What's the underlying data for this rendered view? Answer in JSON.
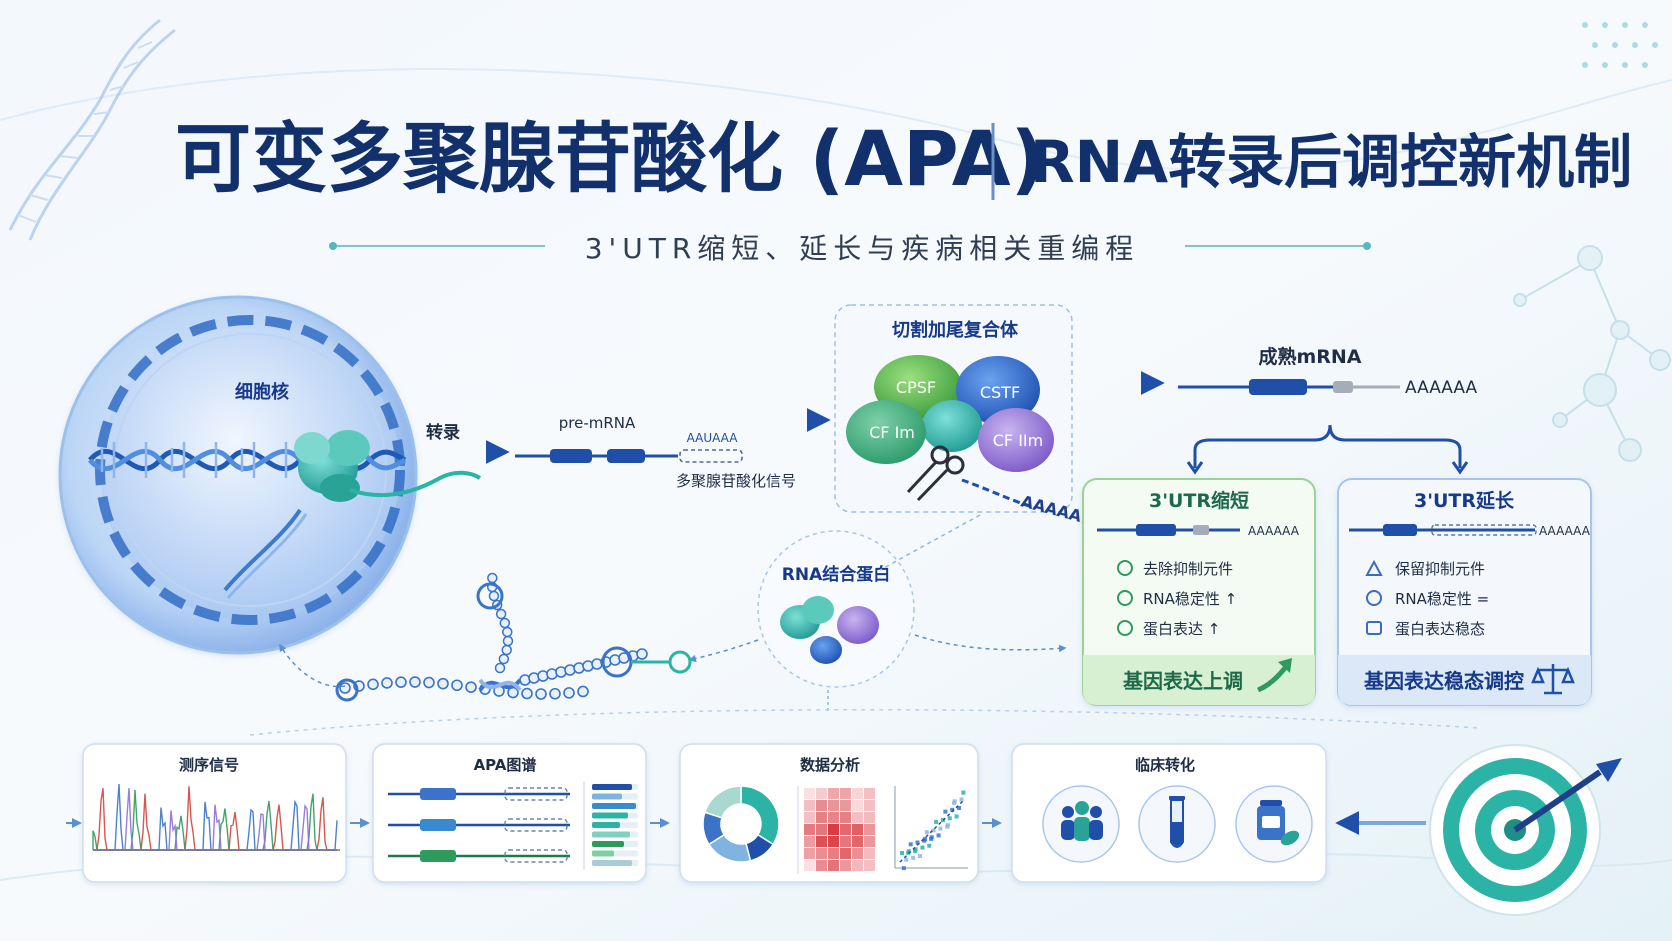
{
  "title": {
    "main": "可变多聚腺苷酸化 (APA)",
    "right": "RNA转录后调控新机制",
    "subtitle": "3'UTR缩短、延长与疾病相关重编程"
  },
  "nucleus": {
    "label": "细胞核"
  },
  "transcription": {
    "label": "转录"
  },
  "pre_mrna": {
    "label": "pre-mRNA",
    "signal_seq": "AAUAAA",
    "signal_label": "多聚腺苷酸化信号"
  },
  "cleavage": {
    "title": "切割加尾复合体",
    "proteins": [
      "CPSF",
      "CSTF",
      "CF Im",
      "CF IIm"
    ],
    "tail": "AAAAA..."
  },
  "mature": {
    "label": "成熟mRNA",
    "tail": "AAAAAA"
  },
  "shortening": {
    "title": "3'UTR缩短",
    "tail": "AAAAAA",
    "items": [
      {
        "icon": "remove-element-icon",
        "text": "去除抑制元件"
      },
      {
        "icon": "stability-icon",
        "text": "RNA稳定性 ↑"
      },
      {
        "icon": "protein-icon",
        "text": "蛋白表达 ↑"
      }
    ],
    "footer": "基因表达上调"
  },
  "lengthening": {
    "title": "3'UTR延长",
    "tail": "AAAAAA",
    "items": [
      {
        "icon": "retain-element-icon",
        "text": "保留抑制元件"
      },
      {
        "icon": "stability-icon",
        "text": "RNA稳定性 ="
      },
      {
        "icon": "protein-icon",
        "text": "蛋白表达稳态"
      }
    ],
    "footer": "基因表达稳态调控"
  },
  "rbp": {
    "label": "RNA结合蛋白"
  },
  "panels": {
    "sequencing": {
      "title": "测序信号"
    },
    "apa_map": {
      "title": "APA图谱"
    },
    "analysis": {
      "title": "数据分析"
    },
    "clinical": {
      "title": "临床转化"
    }
  },
  "colors": {
    "navy": "#12306b",
    "blue": "#1f5bb5",
    "teal": "#2bb3a6",
    "green": "#2e9a5c",
    "purple": "#8f6fd6"
  }
}
